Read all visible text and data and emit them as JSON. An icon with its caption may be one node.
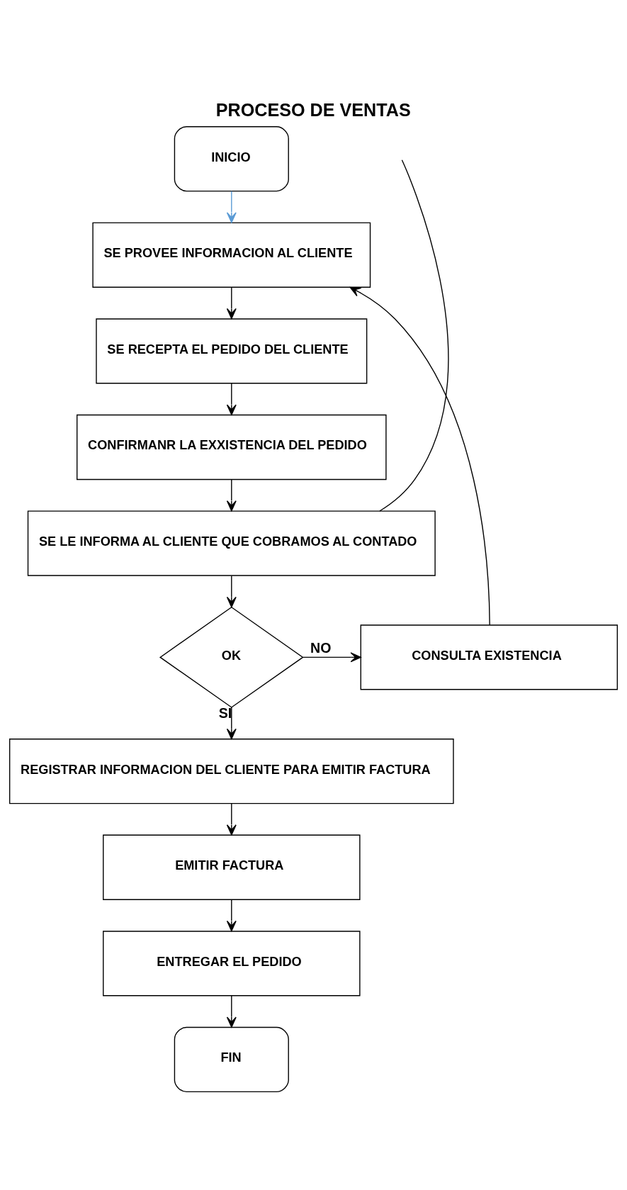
{
  "diagram": {
    "title": "PROCESO DE VENTAS",
    "nodes": [
      {
        "text": [
          "INICIO"
        ]
      },
      {
        "text": [
          "SE PROVEE INFORMACION AL CLIENTE"
        ]
      },
      {
        "text": [
          "SE RECEPTA EL PEDIDO DEL CLIENTE"
        ]
      },
      {
        "text": [
          "CONFIRMANR LA EXXISTENCIA DEL PEDIDO"
        ]
      },
      {
        "text": [
          "SE LE INFORMA AL CLIENTE QUE COBRAMOS AL CONTADO"
        ]
      },
      {
        "text": [
          "OK"
        ]
      },
      {
        "text": [
          "CONSULTA EXISTENCIA"
        ]
      },
      {
        "text": [
          "REGISTRAR INFORMACION DEL CLIENTE PARA EMITIR FACTURA"
        ]
      },
      {
        "text": [
          "EMITIR FACTURA"
        ]
      },
      {
        "text": [
          "ENTREGAR EL PEDIDO"
        ]
      },
      {
        "text": [
          "FIN"
        ]
      }
    ],
    "edges": [
      {
        "from": 0,
        "to": 1,
        "arrow": "to",
        "color": "#5b9bd5"
      },
      {
        "from": 1,
        "to": 2,
        "arrow": "to"
      },
      {
        "from": 2,
        "to": 3,
        "arrow": "to"
      },
      {
        "from": 3,
        "to": 4,
        "arrow": "to"
      },
      {
        "from": 4,
        "to": 5,
        "arrow": "to"
      },
      {
        "from": 5,
        "to": 6,
        "arrow": "to",
        "label": "NO"
      },
      {
        "from": 5,
        "to": 7,
        "arrow": "to",
        "label": "SI"
      },
      {
        "from": 7,
        "to": 8,
        "arrow": "to"
      },
      {
        "from": 8,
        "to": 9,
        "arrow": "to"
      },
      {
        "from": 9,
        "to": 10,
        "arrow": "to"
      },
      {
        "from": 6,
        "to": 1,
        "arrow": "to"
      },
      {
        "from": 4,
        "to": null,
        "arrow": "none"
      }
    ]
  }
}
